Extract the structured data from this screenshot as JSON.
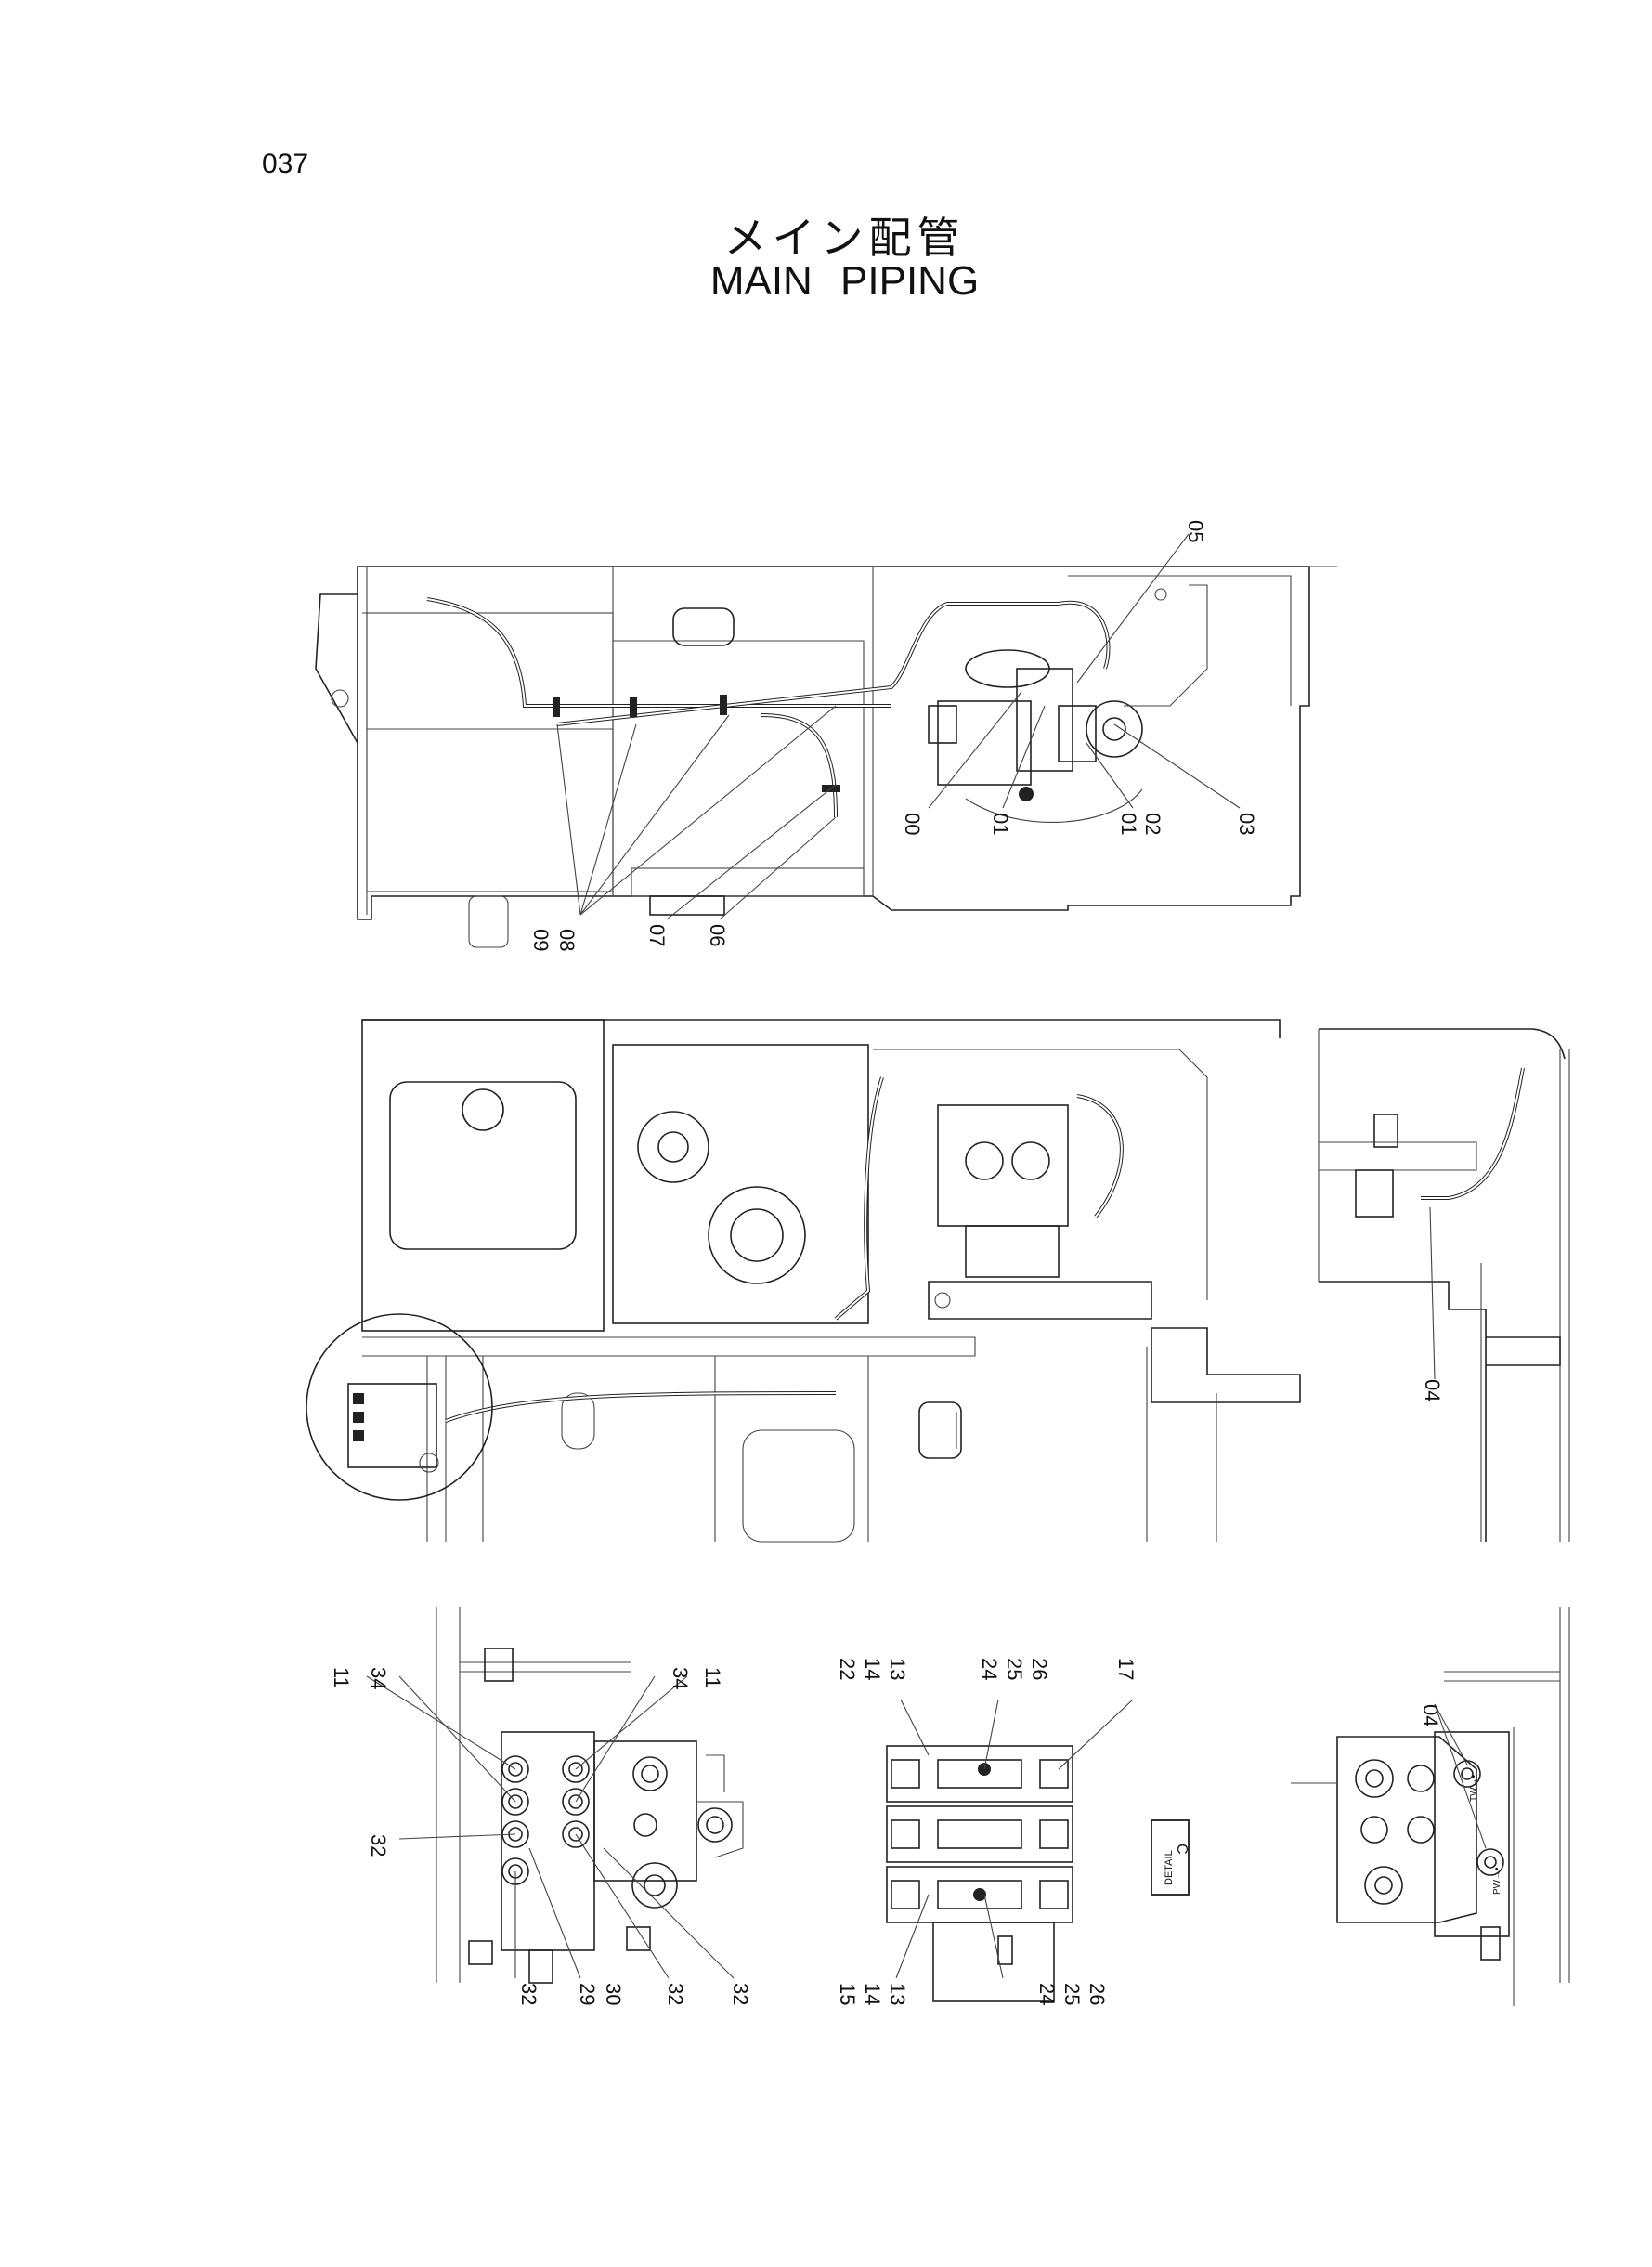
{
  "page_number": "037",
  "title_jp": "メイン配管",
  "title_en": "MAIN  PIPING",
  "callouts_top": [
    "05",
    "00",
    "01",
    "01\n02",
    "03",
    "09\n08",
    "07",
    "06"
  ],
  "callouts_mid": [
    "04"
  ],
  "callouts_bottom_left": [
    "11",
    "34",
    "34",
    "11",
    "32",
    "32",
    "29\n30",
    "32",
    "32"
  ],
  "callouts_bottom_center": [
    "22\n14\n13",
    "24\n25\n26",
    "17",
    "15\n14\n13",
    "24\n25\n26"
  ],
  "callouts_bottom_right": [
    "04"
  ],
  "labels": {
    "detail": "DETAIL",
    "detail_letter": "C",
    "tbl_a": "TW→•",
    "tbl_b": "PW→•"
  }
}
